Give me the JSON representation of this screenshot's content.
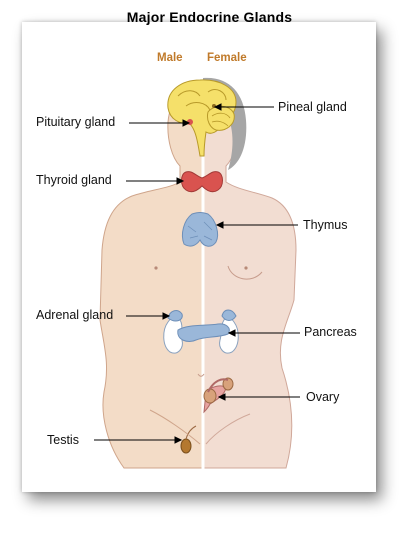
{
  "title": "Major Endocrine Glands",
  "sex_labels": {
    "male": "Male",
    "female": "Female"
  },
  "labels": {
    "pituitary": "Pituitary gland",
    "pineal": "Pineal gland",
    "thyroid": "Thyroid gland",
    "thymus": "Thymus",
    "adrenal": "Adrenal gland",
    "pancreas": "Pancreas",
    "ovary": "Ovary",
    "testis": "Testis"
  },
  "colors": {
    "male_skin": "#f3dcc7",
    "female_skin": "#f2ddd2",
    "hair": "#a6a6a6",
    "brain": "#f5e06a",
    "thyroid": "#d9534f",
    "gland_blue": "#9ab7d9",
    "ovary": "#d8a27b",
    "testis": "#b4782f",
    "subtitle": "#c07a2a"
  }
}
